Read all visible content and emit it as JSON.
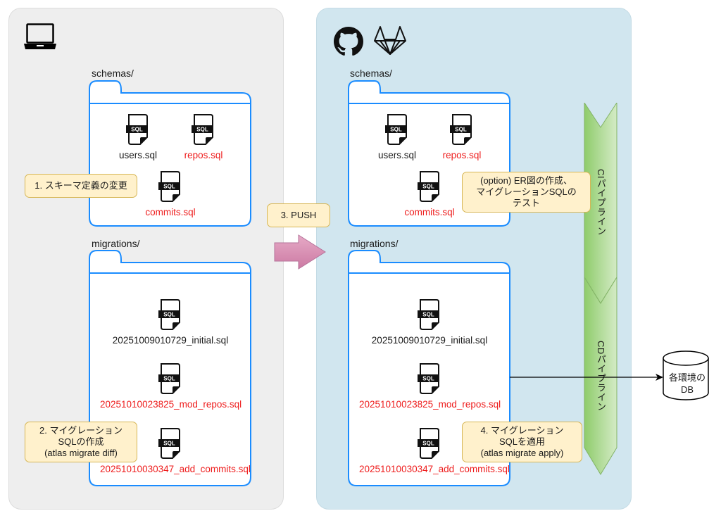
{
  "local": {
    "icon": "laptop-icon",
    "schemas": {
      "label": "schemas/",
      "files": [
        {
          "name": "users.sql",
          "changed": false
        },
        {
          "name": "repos.sql",
          "changed": true
        },
        {
          "name": "commits.sql",
          "changed": true
        }
      ]
    },
    "migrations": {
      "label": "migrations/",
      "files": [
        {
          "name": "20251009010729_initial.sql",
          "changed": false
        },
        {
          "name": "20251010023825_mod_repos.sql",
          "changed": true
        },
        {
          "name": "20251010030347_add_commits.sql",
          "changed": true
        }
      ]
    },
    "notes": {
      "step1": "1. スキーマ定義の変更",
      "step2": [
        "2. マイグレーション",
        "SQLの作成",
        "(atlas migrate diff)"
      ]
    }
  },
  "push": {
    "label": "3. PUSH"
  },
  "remote": {
    "icons": [
      "github-icon",
      "gitlab-icon"
    ],
    "schemas": {
      "label": "schemas/",
      "files": [
        {
          "name": "users.sql",
          "changed": false
        },
        {
          "name": "repos.sql",
          "changed": true
        },
        {
          "name": "commits.sql",
          "changed": true
        }
      ]
    },
    "migrations": {
      "label": "migrations/",
      "files": [
        {
          "name": "20251009010729_initial.sql",
          "changed": false
        },
        {
          "name": "20251010023825_mod_repos.sql",
          "changed": true
        },
        {
          "name": "20251010030347_add_commits.sql",
          "changed": true
        }
      ]
    },
    "notes": {
      "ci_note": [
        "(option) ER図の作成、",
        "マイグレーションSQLの",
        "テスト"
      ],
      "step4": [
        "4. マイグレーション",
        "SQLを適用",
        "(atlas migrate apply)"
      ]
    },
    "ci_pipeline": "CIパイプライン",
    "cd_pipeline": "CDパイプライン"
  },
  "database": {
    "label": [
      "各環境の",
      "DB"
    ]
  },
  "colors": {
    "folder_stroke": "#1a8cff",
    "changed_file": "#ee1c1c",
    "note_fill": "#fff1cc",
    "note_stroke": "#d6b656",
    "pipeline_fill": "#97d077",
    "push_arrow": "#d98fb0",
    "local_bg": "#eeeeee",
    "remote_bg": "#d1e6ef"
  }
}
